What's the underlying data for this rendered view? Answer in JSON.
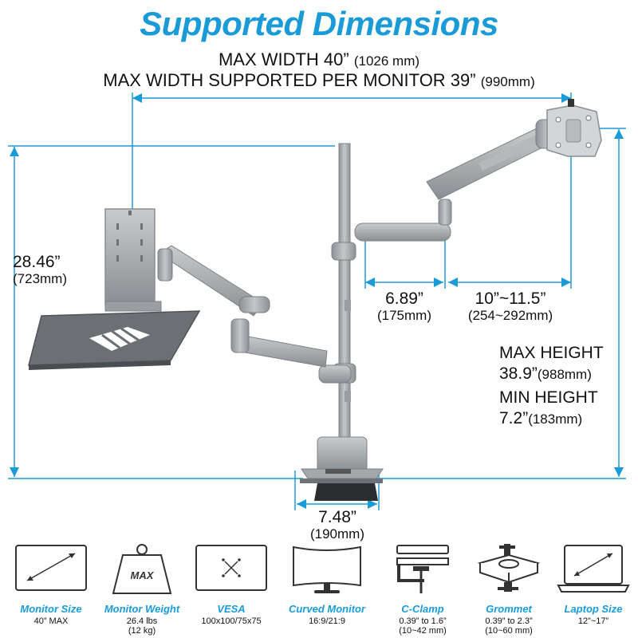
{
  "title": "Supported Dimensions",
  "max_width": {
    "label": "MAX WIDTH 40”",
    "metric": "(1026 mm)"
  },
  "max_width_per_monitor": {
    "label": "MAX WIDTH SUPPORTED PER MONITOR 39”",
    "metric": "(990mm)"
  },
  "height_left": {
    "value": "28.46”",
    "metric": "(723mm)"
  },
  "arm_segment_1": {
    "value": "6.89”",
    "metric": "(175mm)"
  },
  "arm_segment_2": {
    "value": "10”~11.5”",
    "metric": "(254~292mm)"
  },
  "max_height": {
    "label": "MAX HEIGHT",
    "value": "38.9”",
    "metric": "(988mm)"
  },
  "min_height": {
    "label": "MIN HEIGHT",
    "value": "7.2”",
    "metric": "(183mm)"
  },
  "base_width": {
    "value": "7.48”",
    "metric": "(190mm)"
  },
  "accent_color": "#1a9bd8",
  "features": [
    {
      "icon": "monitor-size-icon",
      "title": "Monitor Size",
      "lines": [
        "40” MAX"
      ]
    },
    {
      "icon": "weight-icon",
      "title": "Monitor Weight",
      "icon_text": "MAX",
      "lines": [
        "26.4 lbs",
        "(12 kg)"
      ]
    },
    {
      "icon": "vesa-icon",
      "title": "VESA",
      "lines": [
        "100x100/75x75"
      ]
    },
    {
      "icon": "curved-monitor-icon",
      "title": "Curved Monitor",
      "lines": [
        "16:9/21:9"
      ]
    },
    {
      "icon": "c-clamp-icon",
      "title": "C-Clamp",
      "lines": [
        "0.39” to 1.6”",
        "(10~42 mm)"
      ]
    },
    {
      "icon": "grommet-icon",
      "title": "Grommet",
      "lines": [
        "0.39” to 2.3”",
        "(10~60 mm)"
      ]
    },
    {
      "icon": "laptop-size-icon",
      "title": "Laptop Size",
      "lines": [
        "12”~17”"
      ]
    }
  ]
}
